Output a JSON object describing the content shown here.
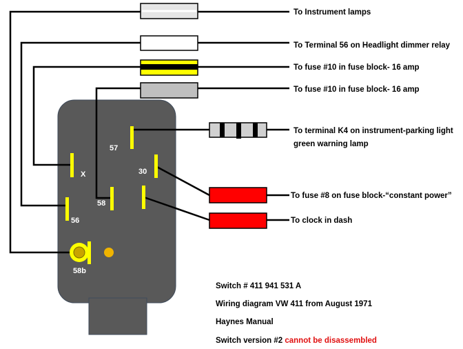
{
  "wires": [
    {
      "id": "w1",
      "label": "To Instrument lamps"
    },
    {
      "id": "w2",
      "label": "To Terminal 56 on Headlight dimmer relay"
    },
    {
      "id": "w3",
      "label": "To fuse #10 in fuse block- 16 amp"
    },
    {
      "id": "w4",
      "label": "To fuse #10 in fuse block- 16 amp"
    },
    {
      "id": "w5",
      "label_line1": "To terminal K4 on instrument-parking light",
      "label_line2": "green warning lamp"
    },
    {
      "id": "w6",
      "label": "To fuse #8 on fuse block-“constant power”"
    },
    {
      "id": "w7",
      "label": "To clock in dash"
    }
  ],
  "terminals": {
    "t57": "57",
    "tx": "X",
    "t30": "30",
    "t58": "58",
    "t56": "56",
    "t58b": "58b"
  },
  "notes": {
    "part_number": "Switch # 411 941 531 A",
    "wiring": "Wiring diagram VW 411 from August 1971",
    "manual": "Haynes Manual",
    "version_prefix": "Switch version #2 ",
    "version_warning": "cannot be disassembled"
  },
  "colors": {
    "switch_body": "#595959",
    "terminal": "#ffff00",
    "fuse_red": "#ff0000",
    "warning_text": "#e01010"
  }
}
